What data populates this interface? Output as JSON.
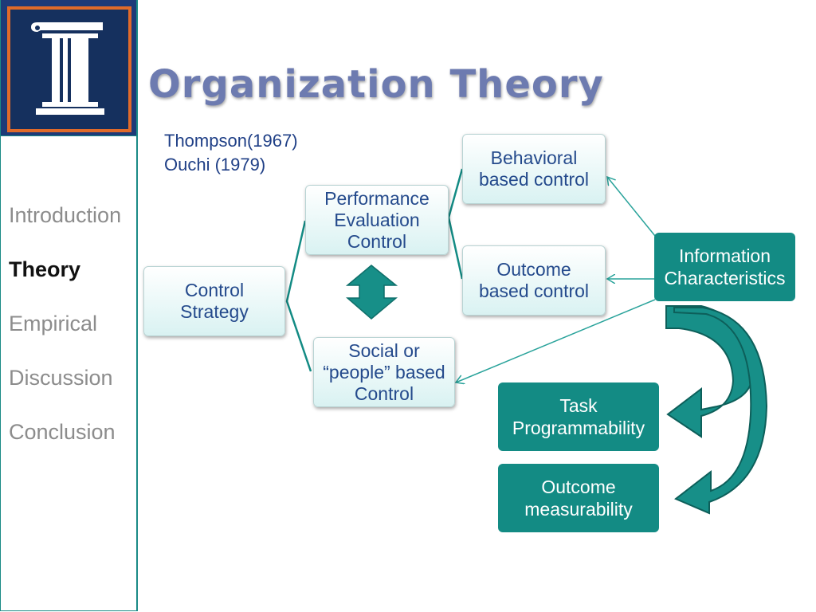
{
  "title": "Organization Theory",
  "references": [
    "Thompson(1967)",
    "Ouchi (1979)"
  ],
  "nav": {
    "items": [
      {
        "label": "Introduction",
        "active": false
      },
      {
        "label": "Theory",
        "active": true
      },
      {
        "label": "Empirical",
        "active": false
      },
      {
        "label": "Discussion",
        "active": false
      },
      {
        "label": "Conclusion",
        "active": false
      }
    ]
  },
  "diagram": {
    "control_strategy": "Control\nStrategy",
    "performance": "Performance\nEvaluation\nControl",
    "social": "Social or\n“people” based\nControl",
    "behavioral": "Behavioral\nbased control",
    "outcome_control": "Outcome\nbased control",
    "information": "Information\nCharacteristics",
    "task": "Task\nProgrammability",
    "measurability": "Outcome\nmeasurability"
  },
  "colors": {
    "teal": "#138b84",
    "navy": "#1d3a78",
    "orange": "#e06a2a",
    "text_blue": "#244a8c"
  }
}
